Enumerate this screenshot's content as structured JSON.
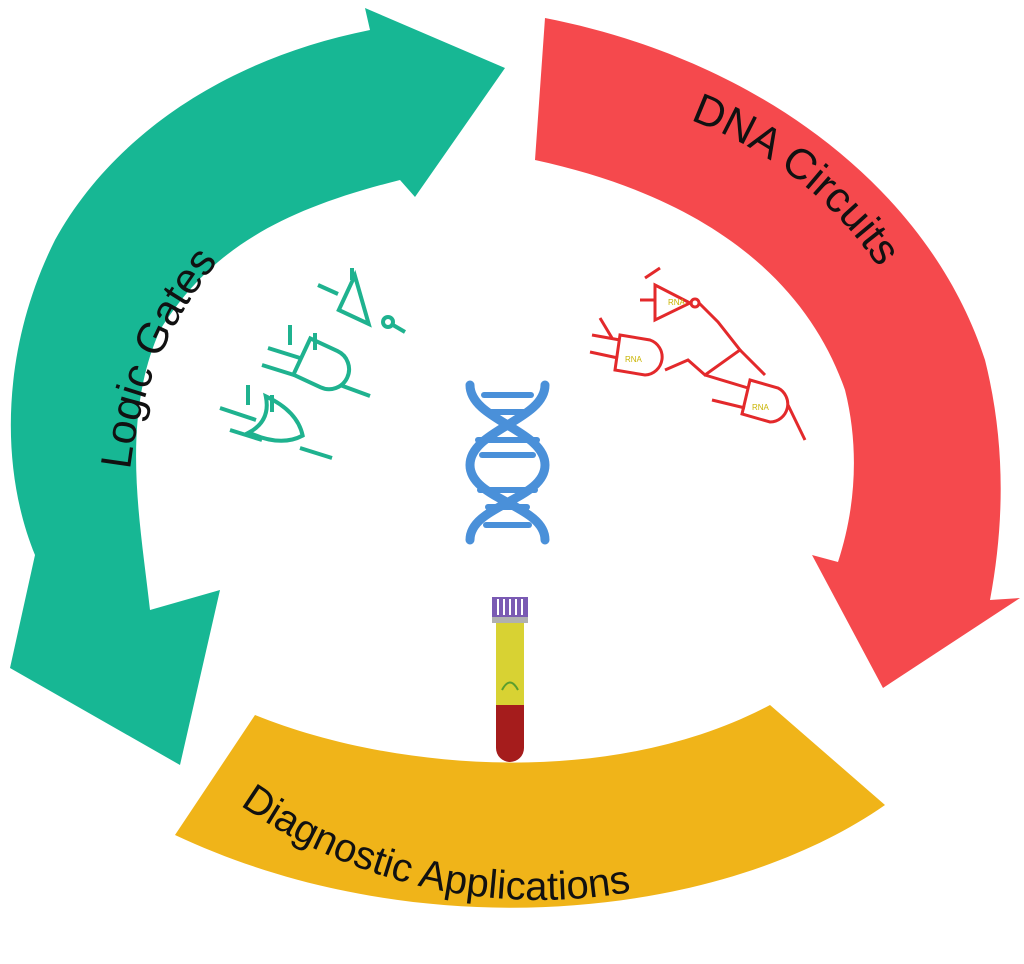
{
  "segments": {
    "logic_gates": {
      "label": "Logic Gates",
      "color": "#17b794"
    },
    "dna_circuits": {
      "label": "DNA Circuits",
      "color": "#f5494d"
    },
    "diagnostic_applications": {
      "label": "Diagnostic Applications",
      "color": "#f0b419"
    }
  },
  "icons": {
    "logic_gates": {
      "name": "logic-gates-icon",
      "color": "#1fb28f"
    },
    "dna_circuits": {
      "name": "dna-circuit-icon",
      "color": "#e3292b"
    },
    "dna": {
      "name": "dna-helix-icon",
      "color": "#4a90d9"
    },
    "sample_tube": {
      "name": "blood-sample-tube-icon",
      "color": "#a51c1c"
    }
  }
}
